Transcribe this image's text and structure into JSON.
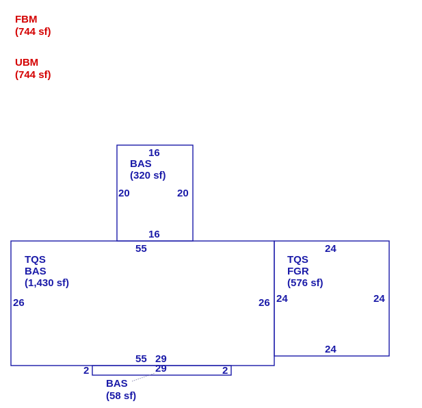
{
  "notes": [
    {
      "label": "FBM",
      "area": "(744 sf)"
    },
    {
      "label": "UBM",
      "area": "(744 sf)"
    }
  ],
  "areas": {
    "upper_bas": {
      "lines": [
        "BAS",
        "(320 sf)"
      ]
    },
    "main_bas": {
      "lines": [
        "TQS",
        "BAS",
        "(1,430 sf)"
      ]
    },
    "garage": {
      "lines": [
        "TQS",
        "FGR",
        "(576 sf)"
      ]
    },
    "bottom_bas": {
      "lines": [
        "BAS",
        "(58 sf)"
      ]
    }
  },
  "dimensions": {
    "upper_bas": {
      "top": "16",
      "bottom": "16",
      "left": "20",
      "right": "20"
    },
    "main_bas": {
      "top": "55",
      "bottom": "55",
      "left": "26",
      "right": "26"
    },
    "garage": {
      "top": "24",
      "bottom": "24",
      "left": "24",
      "right": "24"
    },
    "bottom_bas": {
      "top": "29",
      "bottom": "29",
      "left": "2",
      "right": "2"
    }
  },
  "colors": {
    "outline": "#1a1aa8",
    "note_text": "#d40000"
  }
}
